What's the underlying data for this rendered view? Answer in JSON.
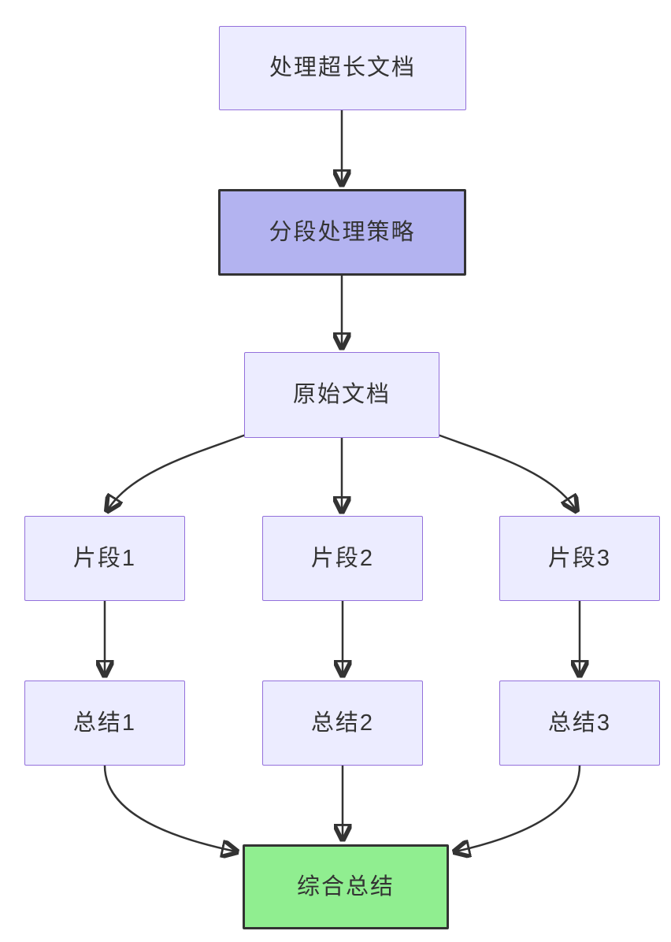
{
  "diagram": {
    "type": "flowchart",
    "direction": "top-down",
    "colors": {
      "node_fill": "#ECECFF",
      "node_border": "#9370DB",
      "highlight_fill": "#b3b3f0",
      "highlight_border": "#333333",
      "success_fill": "#90ee90",
      "success_border": "#333333",
      "arrow": "#333333",
      "text": "#333333",
      "background": "#ffffff"
    },
    "nodes": [
      {
        "id": "A",
        "label": "处理超长文档",
        "style": "default"
      },
      {
        "id": "B",
        "label": "分段处理策略",
        "style": "highlight"
      },
      {
        "id": "C",
        "label": "原始文档",
        "style": "default"
      },
      {
        "id": "D1",
        "label": "片段1",
        "style": "default"
      },
      {
        "id": "D2",
        "label": "片段2",
        "style": "default"
      },
      {
        "id": "D3",
        "label": "片段3",
        "style": "default"
      },
      {
        "id": "E1",
        "label": "总结1",
        "style": "default"
      },
      {
        "id": "E2",
        "label": "总结2",
        "style": "default"
      },
      {
        "id": "E3",
        "label": "总结3",
        "style": "default"
      },
      {
        "id": "F",
        "label": "综合总结",
        "style": "success"
      }
    ],
    "edges": [
      {
        "from": "处理超长文档",
        "to": "分段处理策略"
      },
      {
        "from": "分段处理策略",
        "to": "原始文档"
      },
      {
        "from": "原始文档",
        "to": "片段1"
      },
      {
        "from": "原始文档",
        "to": "片段2"
      },
      {
        "from": "原始文档",
        "to": "片段3"
      },
      {
        "from": "片段1",
        "to": "总结1"
      },
      {
        "from": "片段2",
        "to": "总结2"
      },
      {
        "from": "片段3",
        "to": "总结3"
      },
      {
        "from": "总结1",
        "to": "综合总结"
      },
      {
        "from": "总结2",
        "to": "综合总结"
      },
      {
        "from": "总结3",
        "to": "综合总结"
      }
    ]
  }
}
